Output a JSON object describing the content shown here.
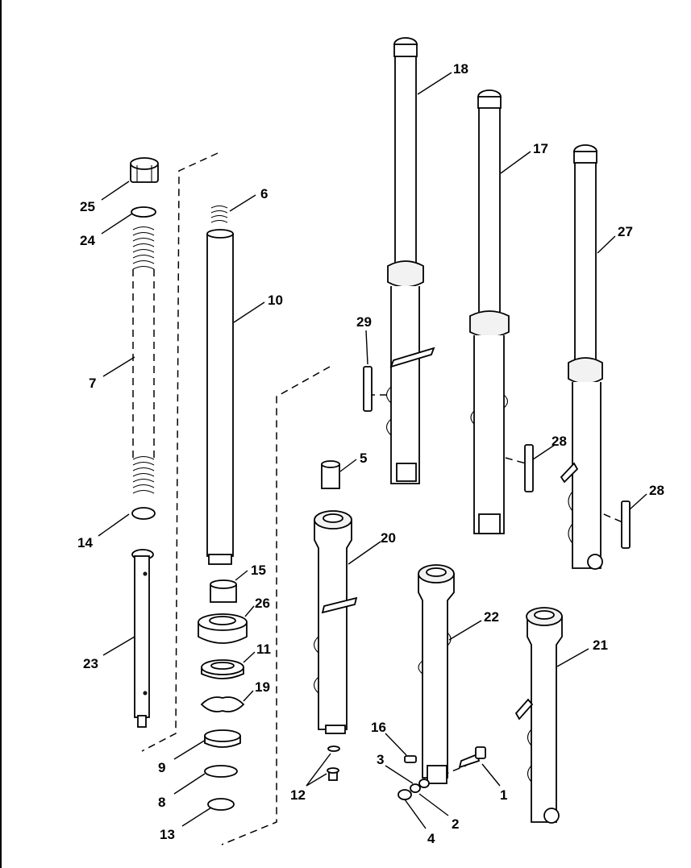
{
  "callouts": [
    {
      "id": "c25",
      "label": "25"
    },
    {
      "id": "c24",
      "label": "24"
    },
    {
      "id": "c7",
      "label": "7"
    },
    {
      "id": "c14",
      "label": "14"
    },
    {
      "id": "c23",
      "label": "23"
    },
    {
      "id": "c6",
      "label": "6"
    },
    {
      "id": "c10",
      "label": "10"
    },
    {
      "id": "c15",
      "label": "15"
    },
    {
      "id": "c26",
      "label": "26"
    },
    {
      "id": "c11",
      "label": "11"
    },
    {
      "id": "c19",
      "label": "19"
    },
    {
      "id": "c9",
      "label": "9"
    },
    {
      "id": "c8",
      "label": "8"
    },
    {
      "id": "c13",
      "label": "13"
    },
    {
      "id": "c5",
      "label": "5"
    },
    {
      "id": "c29",
      "label": "29"
    },
    {
      "id": "c20",
      "label": "20"
    },
    {
      "id": "c12",
      "label": "12"
    },
    {
      "id": "c18",
      "label": "18"
    },
    {
      "id": "c17",
      "label": "17"
    },
    {
      "id": "c27",
      "label": "27"
    },
    {
      "id": "c28a",
      "label": "28"
    },
    {
      "id": "c28b",
      "label": "28"
    },
    {
      "id": "c22",
      "label": "22"
    },
    {
      "id": "c21",
      "label": "21"
    },
    {
      "id": "c16",
      "label": "16"
    },
    {
      "id": "c3",
      "label": "3"
    },
    {
      "id": "c1",
      "label": "1"
    },
    {
      "id": "c2",
      "label": "2"
    },
    {
      "id": "c4",
      "label": "4"
    }
  ]
}
